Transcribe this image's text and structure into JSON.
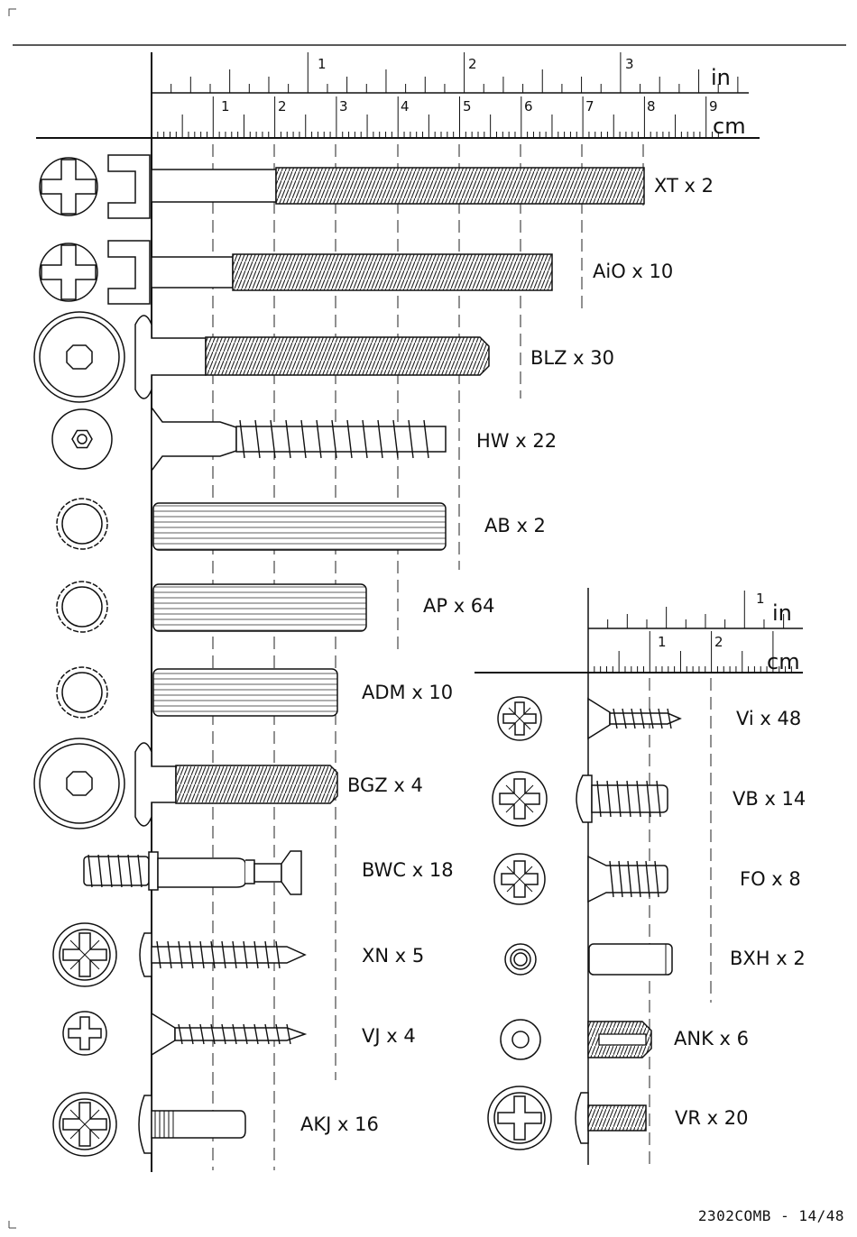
{
  "document": {
    "footer": "2302COMB - 14/48"
  },
  "main_ruler": {
    "inch_unit": "in",
    "cm_unit": "cm",
    "inch_numbers": [
      "1",
      "2",
      "3"
    ],
    "cm_numbers": [
      "1",
      "2",
      "3",
      "4",
      "5",
      "6",
      "7",
      "8",
      "9"
    ]
  },
  "small_ruler": {
    "inch_unit": "in",
    "cm_unit": "cm",
    "inch_numbers": [
      "1"
    ],
    "cm_numbers": [
      "1",
      "2"
    ]
  },
  "parts_left": [
    {
      "code": "XT x 2"
    },
    {
      "code": "AiO x 10"
    },
    {
      "code": "BLZ x  30"
    },
    {
      "code": "HW x 22"
    },
    {
      "code": "AB x  2"
    },
    {
      "code": "AP x  64"
    },
    {
      "code": "ADM x 10"
    },
    {
      "code": "BGZ x 4"
    },
    {
      "code": "BWC x 18"
    },
    {
      "code": "XN x 5"
    },
    {
      "code": "VJ x  4"
    },
    {
      "code": "AKJ x  16"
    }
  ],
  "parts_right": [
    {
      "code": "Vi x 48"
    },
    {
      "code": "VB x  14"
    },
    {
      "code": "FO x 8"
    },
    {
      "code": "BXH x  2"
    },
    {
      "code": "ANK x 6"
    },
    {
      "code": "VR x 20"
    }
  ]
}
